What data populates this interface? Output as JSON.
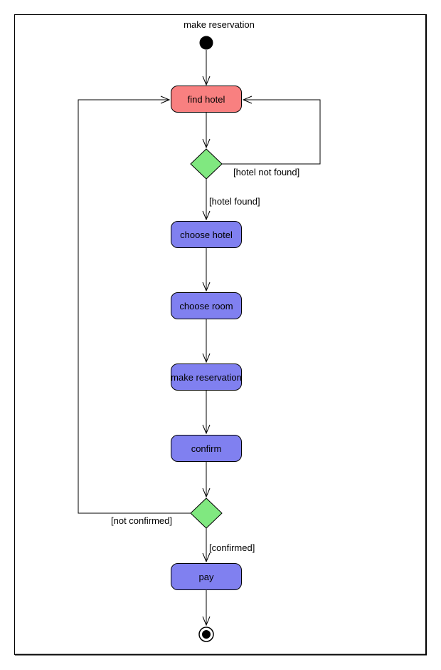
{
  "diagram": {
    "type": "uml-activity-diagram",
    "title": "make reservation",
    "colors": {
      "action_fill": "#8080f0",
      "start_action_fill": "#f88080",
      "decision_fill": "#80e880",
      "line": "#000000",
      "text": "#000000",
      "background": "#ffffff"
    },
    "nodes": {
      "start": {
        "type": "initial-node"
      },
      "find_hotel": {
        "type": "action",
        "label": "find hotel"
      },
      "decision_hotel": {
        "type": "decision"
      },
      "choose_hotel": {
        "type": "action",
        "label": "choose hotel"
      },
      "choose_room": {
        "type": "action",
        "label": "choose room"
      },
      "make_reservation": {
        "type": "action",
        "label": "make reservation"
      },
      "confirm": {
        "type": "action",
        "label": "confirm"
      },
      "decision_confirm": {
        "type": "decision"
      },
      "pay": {
        "type": "action",
        "label": "pay"
      },
      "end": {
        "type": "final-node"
      }
    },
    "guards": {
      "hotel_not_found": "[hotel not found]",
      "hotel_found": "[hotel found]",
      "not_confirmed": "[not confirmed]",
      "confirmed": "[confirmed]"
    },
    "edges": [
      {
        "from": "start",
        "to": "find_hotel"
      },
      {
        "from": "find_hotel",
        "to": "decision_hotel"
      },
      {
        "from": "decision_hotel",
        "to": "find_hotel",
        "guard": "[hotel not found]"
      },
      {
        "from": "decision_hotel",
        "to": "choose_hotel",
        "guard": "[hotel found]"
      },
      {
        "from": "choose_hotel",
        "to": "choose_room"
      },
      {
        "from": "choose_room",
        "to": "make_reservation"
      },
      {
        "from": "make_reservation",
        "to": "confirm"
      },
      {
        "from": "confirm",
        "to": "decision_confirm"
      },
      {
        "from": "decision_confirm",
        "to": "find_hotel",
        "guard": "[not confirmed]"
      },
      {
        "from": "decision_confirm",
        "to": "pay",
        "guard": "[confirmed]"
      },
      {
        "from": "pay",
        "to": "end"
      }
    ]
  }
}
